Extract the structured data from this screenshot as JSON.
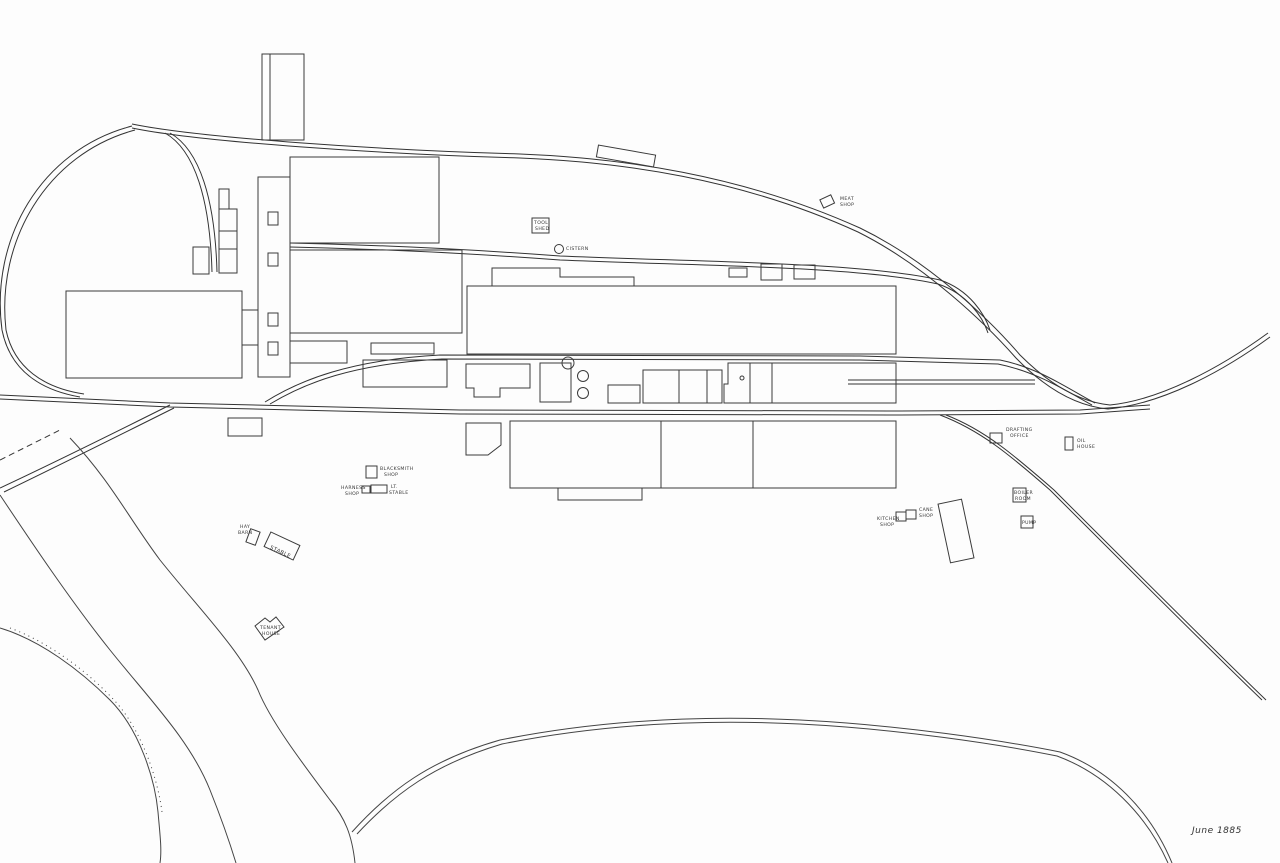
{
  "labels": {
    "tool_shed": [
      "TOOL",
      "SHED"
    ],
    "cistern": "CISTERN",
    "meat_shop": [
      "MEAT",
      "SHOP"
    ],
    "drafting_office": [
      "DRAFTING",
      "OFFICE"
    ],
    "oil_house": [
      "OIL",
      "HOUSE"
    ],
    "blacksmith_shop": [
      "BLACKSMITH",
      "SHOP"
    ],
    "harness_shop": [
      "HARNESS",
      "SHOP"
    ],
    "lt_stable": [
      "LT.",
      "STABLE"
    ],
    "hay_barn": [
      "HAY",
      "BARN"
    ],
    "stable": "STABLE",
    "tenant_house": [
      "TENANT",
      "HOUSE"
    ],
    "kitchen_shop": [
      "KITCHEN",
      "SHOP"
    ],
    "cane_shop": [
      "CANE",
      "SHOP"
    ],
    "boiler_room": [
      "BOILER",
      "ROOM"
    ],
    "pump": "PUMP",
    "date": "June 1885"
  }
}
